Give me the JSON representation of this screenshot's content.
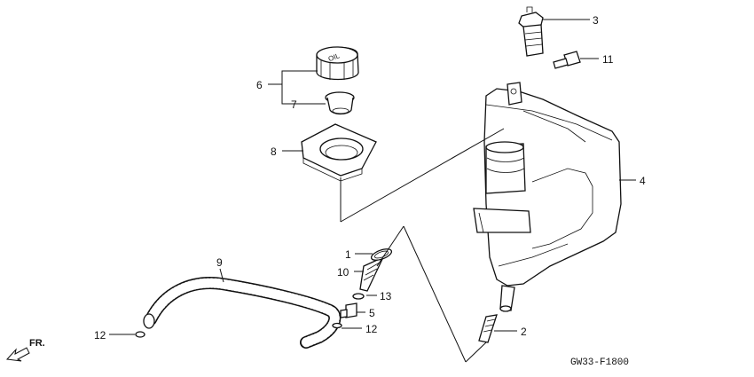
{
  "callouts": [
    {
      "id": "c1",
      "label": "1"
    },
    {
      "id": "c2",
      "label": "2"
    },
    {
      "id": "c3",
      "label": "3"
    },
    {
      "id": "c4",
      "label": "4"
    },
    {
      "id": "c5",
      "label": "5"
    },
    {
      "id": "c6",
      "label": "6"
    },
    {
      "id": "c7",
      "label": "7"
    },
    {
      "id": "c8",
      "label": "8"
    },
    {
      "id": "c9",
      "label": "9"
    },
    {
      "id": "c10",
      "label": "10"
    },
    {
      "id": "c11",
      "label": "11"
    },
    {
      "id": "c12a",
      "label": "12"
    },
    {
      "id": "c12b",
      "label": "12"
    },
    {
      "id": "c13",
      "label": "13"
    }
  ],
  "cap_text": "OIL",
  "direction_label": "FR.",
  "diagram_code": "GW33-F1800"
}
